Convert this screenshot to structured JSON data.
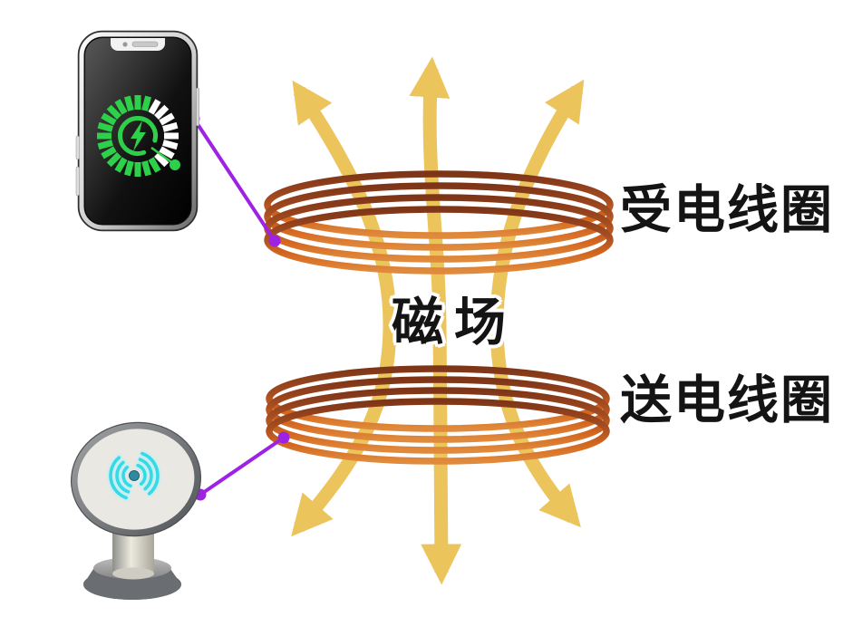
{
  "labels": {
    "receiving_coil": "受电线圈",
    "magnetic_field": "磁场",
    "transmitting_coil": "送电线圈"
  },
  "colors": {
    "background": "#ffffff",
    "field_line_yellow": "#ecc45c",
    "coil_copper_dark": "#7e3517",
    "coil_copper_light": "#e08a3c",
    "connector_purple": "#9e22e3",
    "charge_indicator_green": "#2ed04a",
    "wireless_signal_cyan": "#38d9e6",
    "label_text": "#141414"
  },
  "icons": {
    "phone_screen_indicator": "charging-progress-icon",
    "phone_center": "lightning-bolt-icon",
    "charger_face": "wireless-signal-icon"
  }
}
